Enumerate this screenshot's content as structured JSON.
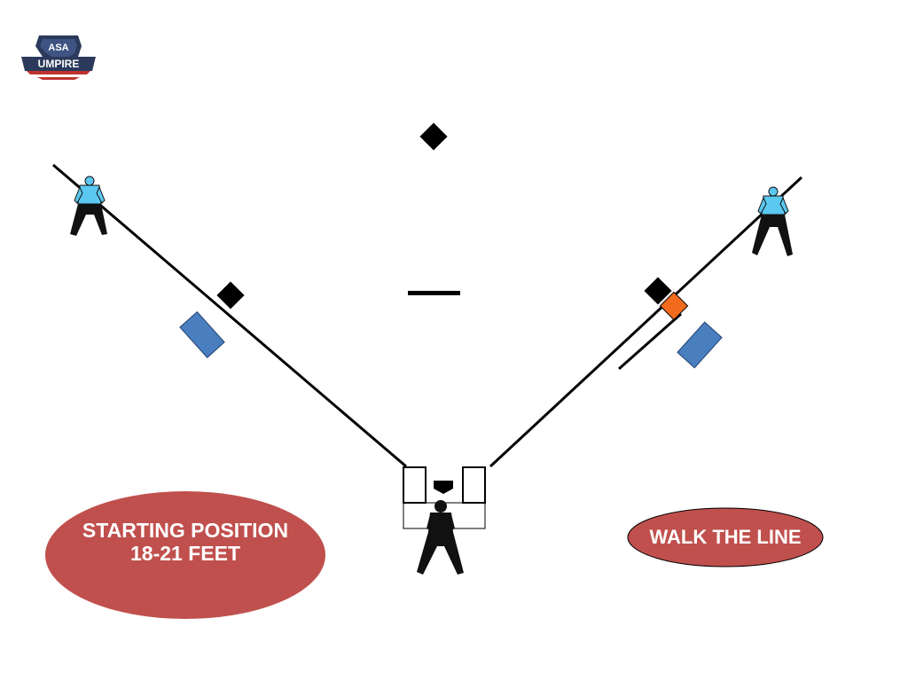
{
  "logo": {
    "line1": "ASA",
    "line2": "UMPIRE",
    "colors": {
      "navy": "#2b3a5c",
      "red": "#c0322f",
      "white": "#ffffff"
    }
  },
  "callouts": {
    "starting_position": {
      "line1": "STARTING POSITION",
      "line2": "18-21 FEET"
    },
    "walk_the_line": "WALK THE LINE"
  },
  "colors": {
    "base": "#000000",
    "highlight_base": "#f26a1b",
    "coach_box": "#4a7fbf",
    "callout_fill": "#c0504d",
    "umpire_shirt": "#5bc8f0",
    "umpire_dark": "#111111"
  },
  "icons": {
    "umpire_left": "umpire-figure-icon",
    "umpire_right": "umpire-figure-icon",
    "umpire_plate": "plate-umpire-figure-icon"
  }
}
